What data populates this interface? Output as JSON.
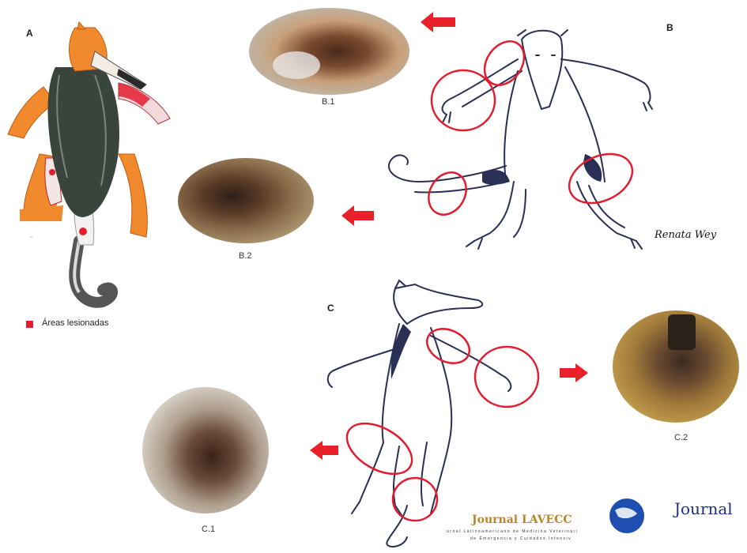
{
  "panels": {
    "a": {
      "letter": "A"
    },
    "b": {
      "letter": "B"
    },
    "c": {
      "letter": "C"
    }
  },
  "captions": {
    "b1": "B.1",
    "b2": "B.2",
    "c1": "C.1",
    "c2": "C.2"
  },
  "legend": {
    "label": "Áreas lesionadas",
    "color": "#e11d2f"
  },
  "signature": {
    "text": "Renata Wey"
  },
  "logo": {
    "main_text": "Journal LAVECC",
    "sub_line_1": "urnal Latinoamericano de Medicina Veterinari",
    "sub_line_2": "de Emergencia y Cuidados Intensiv",
    "right_text": "Journal"
  },
  "colors": {
    "lesion_red": "#e11d2f",
    "arrow_red": "#e8202a",
    "sketch_ink": "#2a2f55",
    "fur_orange": "#f08a2c",
    "fur_dark": "#39443c"
  }
}
